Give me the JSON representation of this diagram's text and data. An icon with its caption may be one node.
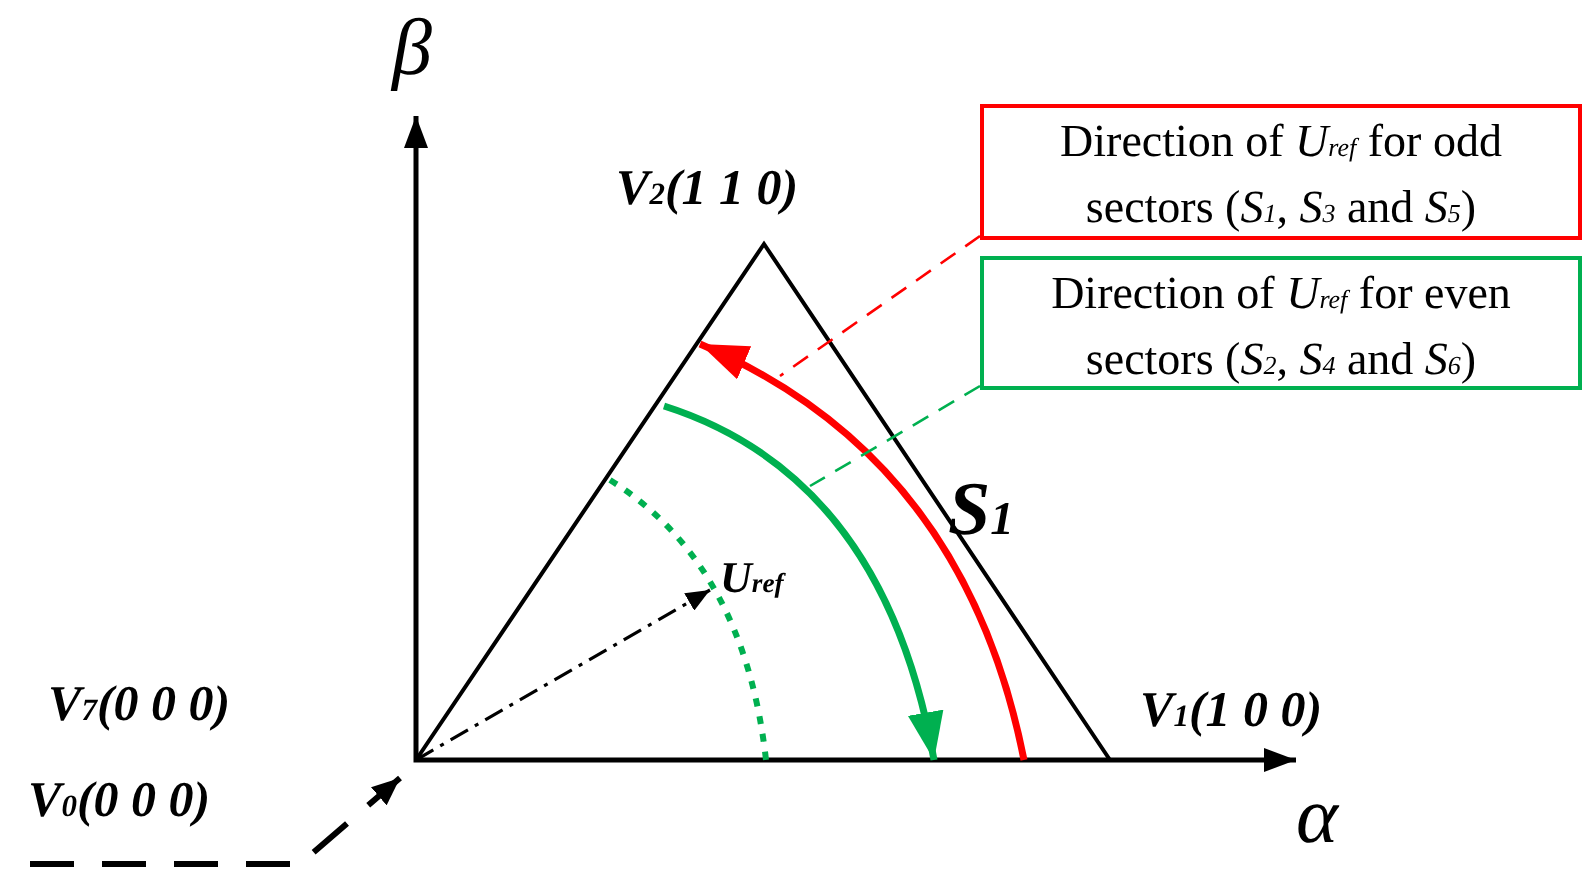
{
  "diagram": {
    "nodes": [
      {
        "text": [
          "Direction of *U*$_{ref}$ for odd sectors (*S*$_{1}$, *S*$_{3}$ and *S*$_{5}$)"
        ]
      },
      {
        "text": [
          "Direction of *U*$_{ref}$ for even sectors (*S*$_{2}$, *S*$_{4}$ and *S*$_{6}$)"
        ]
      },
      {
        "text": [],
        "shape": "arrow"
      },
      {
        "text": [],
        "shape": "arrow"
      }
    ],
    "edges": [
      {
        "from": 0,
        "to": 2,
        "arrow": "none",
        "style": "dashed",
        "color": "#ff0000"
      },
      {
        "from": 1,
        "to": 3,
        "arrow": "none",
        "style": "dashed",
        "color": "#00b050"
      }
    ],
    "labels": [
      "β",
      "V$_{2}$(1 1 0)",
      "S$_{1}$",
      "U$_{ref}$",
      "V$_{7}$(0 0 0)",
      "V$_{1}$(1 0 0)",
      "V$_{0}$(0 0 0)",
      "α"
    ]
  }
}
